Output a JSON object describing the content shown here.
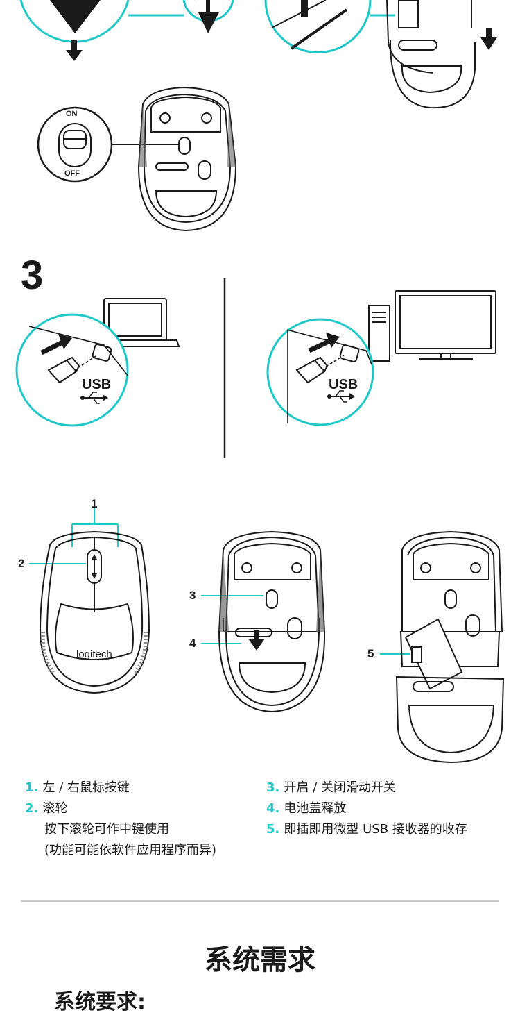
{
  "step": {
    "number": "3"
  },
  "switch_labels": {
    "on": "ON",
    "off": "OFF"
  },
  "usb_label": "USB",
  "brand": "logitech",
  "callouts": [
    "1",
    "2",
    "3",
    "4",
    "5"
  ],
  "legend": {
    "left": [
      {
        "num": "1.",
        "text": "左 / 右鼠标按键"
      },
      {
        "num": "2.",
        "text": "滚轮",
        "sub": [
          "按下滚轮可作中键使用",
          "(功能可能依软件应用程序而异)"
        ]
      }
    ],
    "right": [
      {
        "num": "3.",
        "text": "开启 / 关闭滑动开关"
      },
      {
        "num": "4.",
        "text": "电池盖释放"
      },
      {
        "num": "5.",
        "text": "即插即用微型 USB 接收器的收存"
      }
    ]
  },
  "section": {
    "title": "系统需求",
    "subtitle": "系统要求:"
  },
  "colors": {
    "accent": "#1ec8c8",
    "ink": "#1a1a1a",
    "rule": "#c9c9c9"
  }
}
